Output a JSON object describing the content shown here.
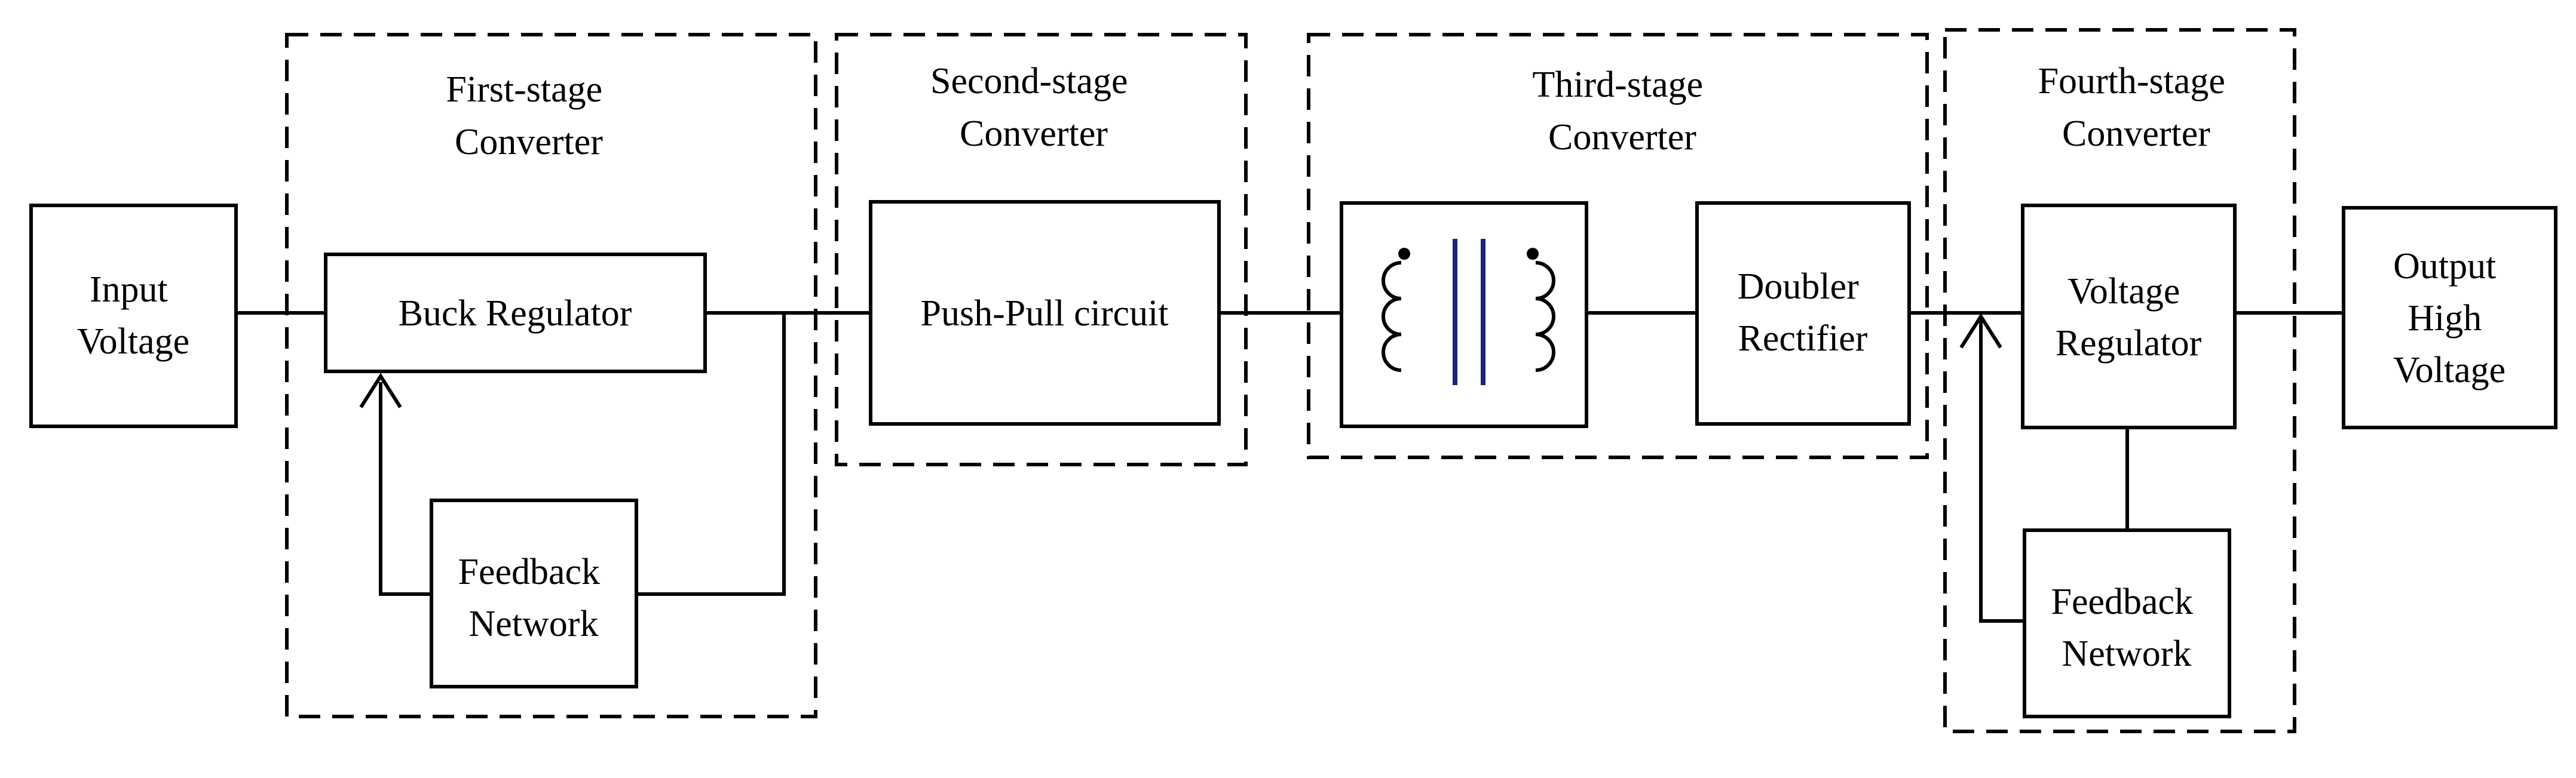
{
  "diagram": {
    "blocks": {
      "input": [
        "Input",
        "Voltage"
      ],
      "buck": [
        "Buck Regulator"
      ],
      "feedback1": [
        "Feedback",
        "Network"
      ],
      "pushpull": [
        "Push-Pull circuit"
      ],
      "doubler": [
        "Doubler",
        "Rectifier"
      ],
      "vreg": [
        "Voltage",
        "Regulator"
      ],
      "feedback2": [
        "Feedback",
        "Network"
      ],
      "output": [
        "Output",
        "High",
        "Voltage"
      ]
    },
    "stages": {
      "first": [
        "First-stage",
        "Converter"
      ],
      "second": [
        "Second-stage",
        "Converter"
      ],
      "third": [
        "Third-stage",
        "Converter"
      ],
      "fourth": [
        "Fourth-stage",
        "Converter"
      ]
    },
    "colors": {
      "line": "#000000",
      "transformer_core": "#1a237e"
    }
  }
}
